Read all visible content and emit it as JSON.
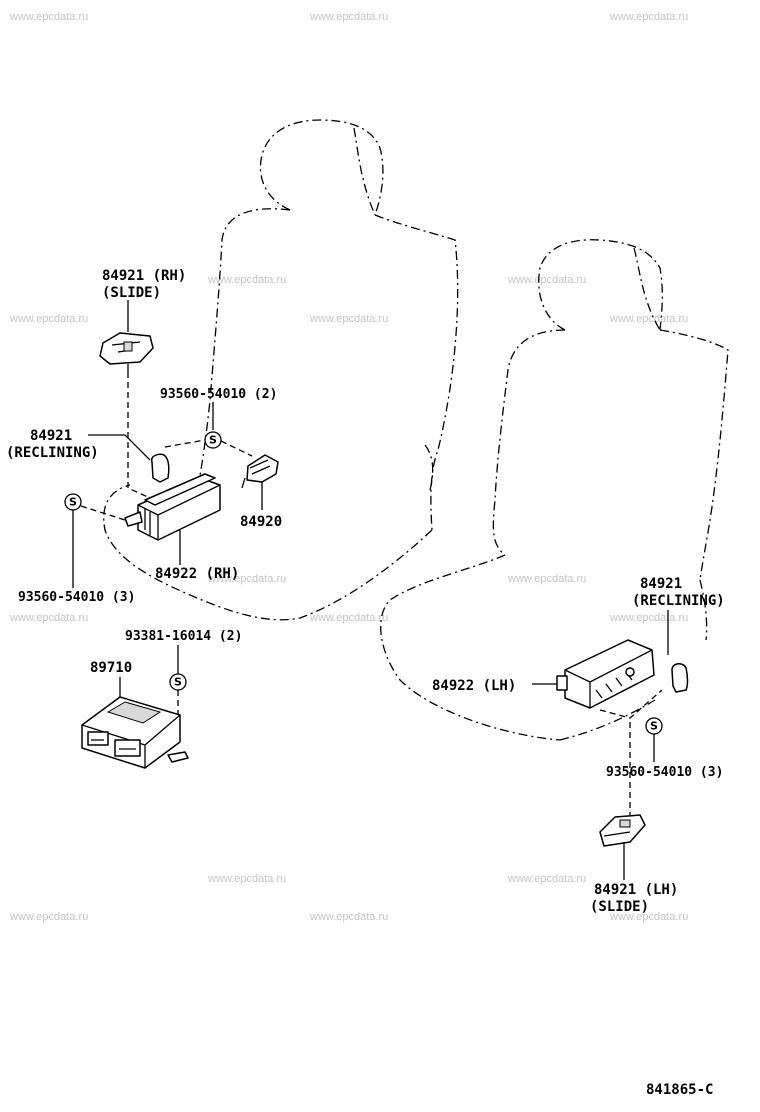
{
  "watermark": "www.epcdata.ru",
  "drawing_code": "841865-C",
  "labels": {
    "slide_rh_part": "84921 (RH)",
    "slide_rh_name": "(SLIDE)",
    "screw_top": "93560-54010 (2)",
    "reclining_rh_part": "84921",
    "reclining_rh_name": "(RECLINING)",
    "part_84920": "84920",
    "switch_rh": "84922 (RH)",
    "screw_left": "93560-54010 (3)",
    "screw_ecu": "93381-16014 (2)",
    "ecu_part": "89710",
    "reclining_lh_part": "84921",
    "reclining_lh_name": "(RECLINING)",
    "switch_lh": "84922 (LH)",
    "screw_right": "93560-54010 (3)",
    "slide_lh_part": "84921 (LH)",
    "slide_lh_name": "(SLIDE)"
  },
  "screw_symbol": "S",
  "icons": [
    "seat-outline",
    "slide-knob",
    "reclining-knob",
    "switch-assembly",
    "bracket",
    "ecu-box",
    "screw-symbol"
  ]
}
